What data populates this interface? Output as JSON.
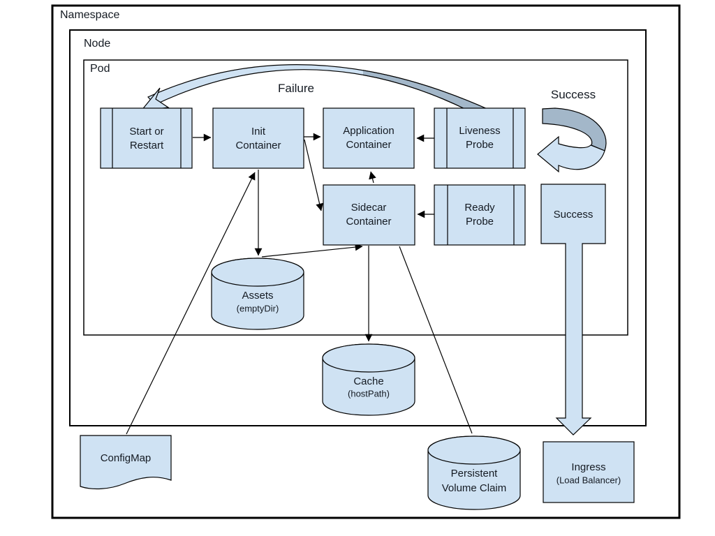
{
  "colors": {
    "shape_fill": "#cfe2f3",
    "ribbon_shade": "#a3b7c9",
    "outline": "#000000",
    "background": "#ffffff"
  },
  "labels": {
    "namespace": "Namespace",
    "node": "Node",
    "pod": "Pod",
    "failure": "Failure",
    "success_arrow": "Success",
    "start_restart": "Start or\nRestart",
    "init_container": "Init\nContainer",
    "application_container": "Application\nContainer",
    "liveness_probe": "Liveness\nProbe",
    "sidecar_container": "Sidecar\nContainer",
    "ready_probe": "Ready\nProbe",
    "success_state": "Success",
    "assets": "Assets",
    "assets_type": "(emptyDir)",
    "cache": "Cache",
    "cache_type": "(hostPath)",
    "persistent_volume_claim": "Persistent\nVolume Claim",
    "configmap": "ConfigMap",
    "ingress": "Ingress",
    "ingress_type": "(Load Balancer)"
  }
}
